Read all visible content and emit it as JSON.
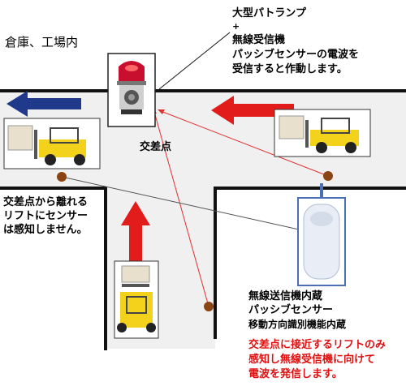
{
  "area_label": "倉庫、工場内",
  "lamp": {
    "title": "大型パトランプ",
    "plus": "+",
    "receiver": "無線受信機",
    "desc_line1": "パッシブセンサーの電波を",
    "desc_line2": "受信すると作動します。"
  },
  "intersection_label": "交差点",
  "away_note": {
    "line1": "交差点から離れる",
    "line2": "リフトにセンサー",
    "line3": "は感知しません。"
  },
  "sensor": {
    "line1": "無線送信機内蔵",
    "line2": "パッシブセンサー",
    "line3": "移動方向識別機能内蔵"
  },
  "approach_note": {
    "line1": "交差点に接近するリフトのみ",
    "line2": "感知し無線受信機に向けて",
    "line3": "電波を発信します。"
  },
  "colors": {
    "floor": "#f0f0f0",
    "wall": "#111111",
    "approach_arrow": "#e21b1b",
    "away_arrow": "#1f3a8a",
    "signal_line": "#e03030",
    "sensor_dot": "#8b4513",
    "approach_text": "#e01010"
  },
  "icons": {
    "lamp": "warning-lamp-icon",
    "forklift": "forklift-icon",
    "sensor": "passive-sensor-icon"
  }
}
